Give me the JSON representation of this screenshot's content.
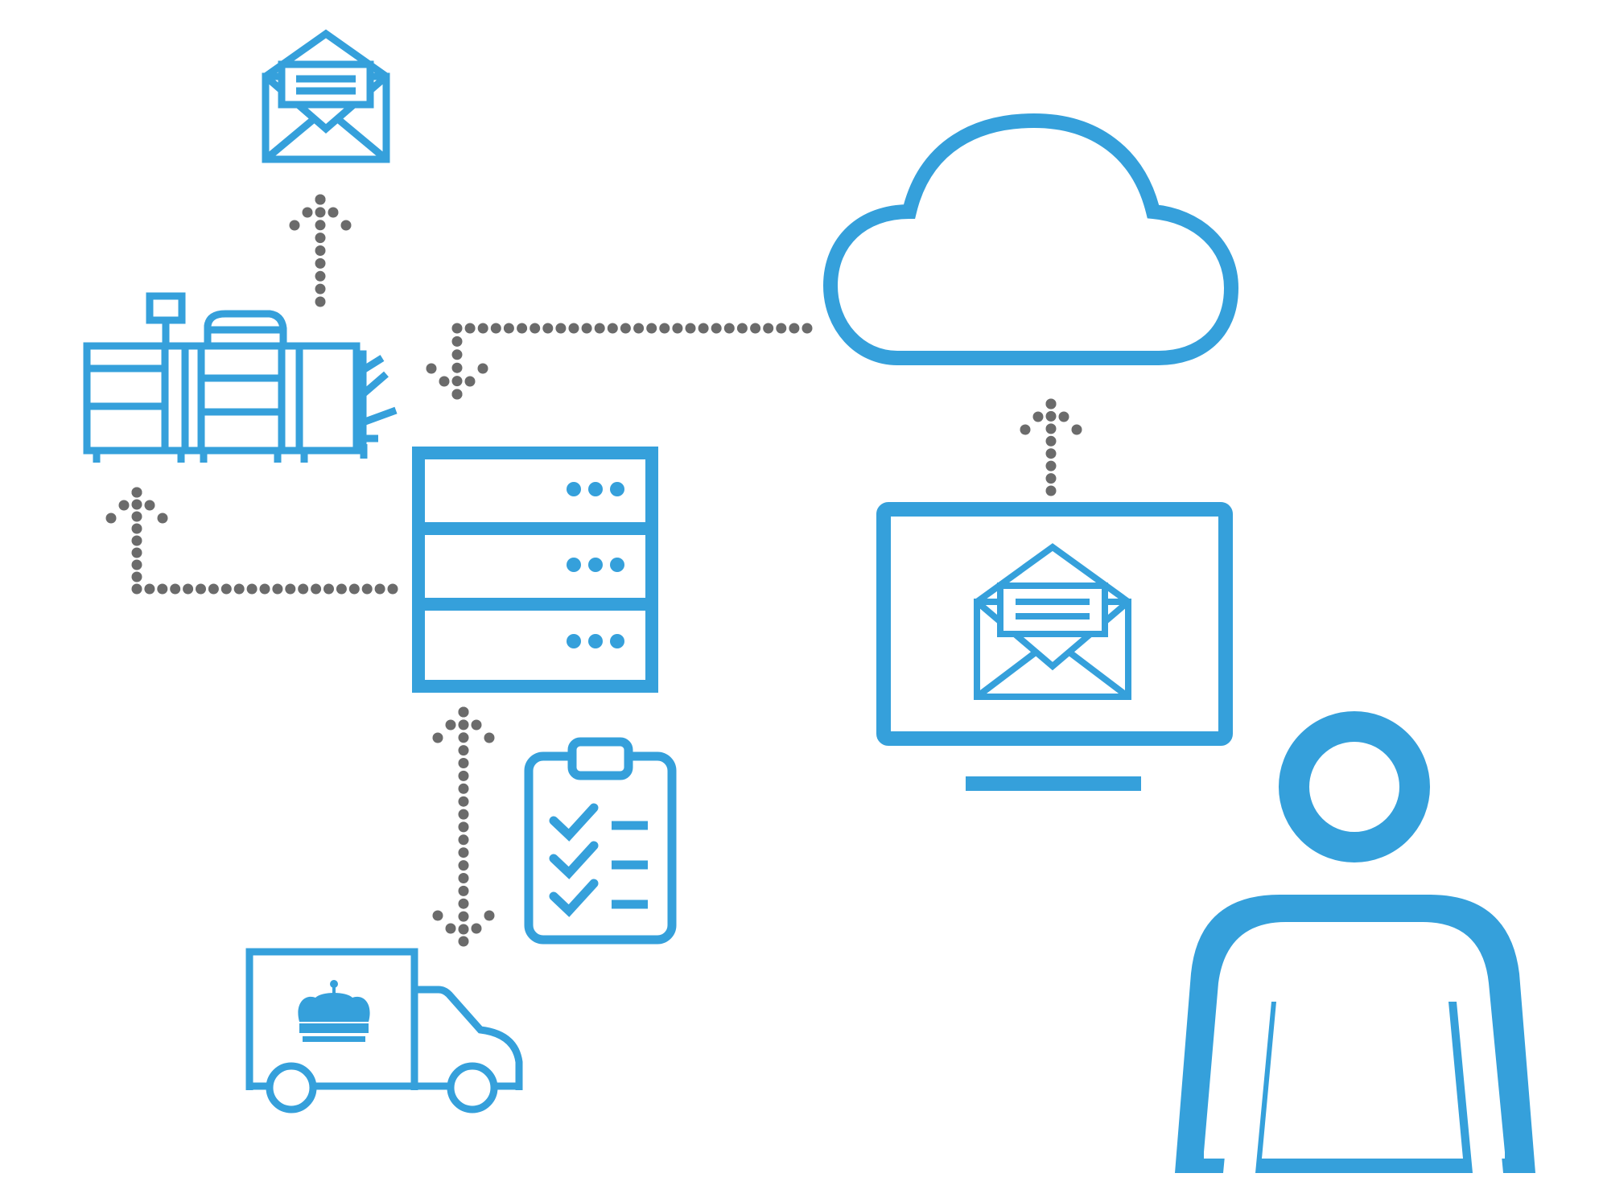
{
  "colors": {
    "icon": "#35a0db",
    "connector": "#6b6b6b",
    "background": "#ffffff"
  },
  "nodes": [
    {
      "id": "envelope-top",
      "icon": "open-envelope-icon"
    },
    {
      "id": "production-printer",
      "icon": "production-printer-icon"
    },
    {
      "id": "cloud",
      "icon": "cloud-icon"
    },
    {
      "id": "server",
      "icon": "server-rack-icon"
    },
    {
      "id": "computer-monitor",
      "icon": "monitor-with-envelope-icon"
    },
    {
      "id": "checklist",
      "icon": "clipboard-checklist-icon"
    },
    {
      "id": "delivery-van",
      "icon": "royal-mail-van-icon"
    },
    {
      "id": "user",
      "icon": "person-icon"
    }
  ],
  "connections": [
    {
      "from": "production-printer",
      "to": "envelope-top",
      "style": "dotted",
      "direction": "one-way"
    },
    {
      "from": "cloud",
      "to": "server",
      "style": "dotted",
      "direction": "one-way"
    },
    {
      "from": "server",
      "to": "production-printer",
      "style": "dotted",
      "direction": "one-way"
    },
    {
      "from": "computer-monitor",
      "to": "cloud",
      "style": "dotted",
      "direction": "one-way"
    },
    {
      "from": "server",
      "to": "delivery-van",
      "style": "dotted",
      "direction": "two-way"
    }
  ]
}
